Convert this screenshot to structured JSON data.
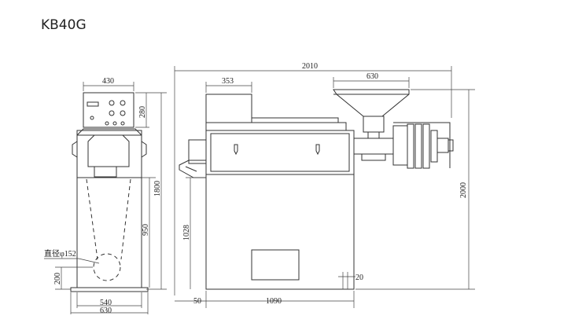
{
  "title": "KB40G",
  "dimensions": {
    "side_width_top": "430",
    "side_panel_height": "280",
    "side_total_height": "1800",
    "side_lower_height": "950",
    "side_bottom_height": "200",
    "side_base_inner": "540",
    "side_base_outer": "630",
    "diameter_label": "直径φ152",
    "front_total_width": "2010",
    "front_left_width": "353",
    "front_hopper_width": "630",
    "front_total_height": "2000",
    "front_body_height": "1028",
    "front_leg_offset": "50",
    "front_base_width": "1090",
    "front_clearance": "20"
  }
}
